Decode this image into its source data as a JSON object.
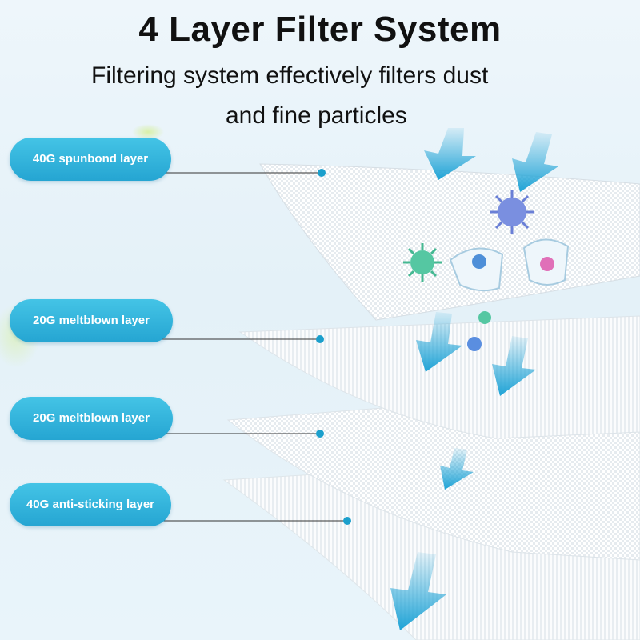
{
  "title": "4 Layer Filter System",
  "subtitle_line1": "Filtering system effectively filters dust",
  "subtitle_line2": "and fine particles",
  "layers": [
    {
      "label": "40G spunbond layer"
    },
    {
      "label": "20G meltblown layer"
    },
    {
      "label": "20G meltblown layer"
    },
    {
      "label": "40G anti-sticking layer"
    }
  ],
  "colors": {
    "label_blue": "#2fb3dc",
    "arrow_blue": "#1ea3d6",
    "connector_dot": "#1b9fcc",
    "title_text": "#111111"
  }
}
